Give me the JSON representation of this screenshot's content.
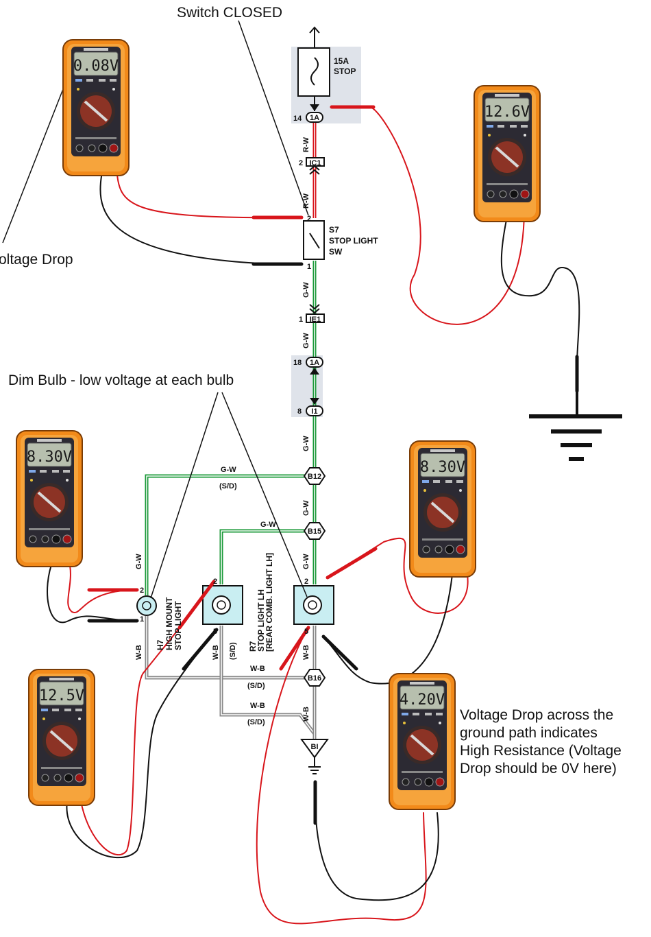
{
  "annotations": {
    "switch_closed": "Switch CLOSED",
    "voltage_drop_left": "oltage Drop",
    "dim_bulb": "Dim Bulb - low voltage at each bulb",
    "ground_drop_note": "Voltage Drop across the\nground path indicates\nHigh Resistance (Voltage\nDrop should be 0V here)"
  },
  "meters": {
    "switch_drop": "0.08V",
    "source": "12.6V",
    "high_mount": "8.30V",
    "rear_comb": "8.30V",
    "high_mount_supply": "12.5V",
    "ground_path": "4.20V"
  },
  "components": {
    "fuse_rating": "15A",
    "fuse_name": "STOP",
    "switch_code": "S7",
    "switch_name_1": "STOP LIGHT",
    "switch_name_2": "SW",
    "h7_code": "H7",
    "h7_name_1": "HIGH MOUNT",
    "h7_name_2": "STOP LIGHT",
    "r7_code": "R7",
    "r7_name_1": "STOP LIGHT LH",
    "r7_name_2": "[REAR COMB. LIGHT LH]"
  },
  "connectors": {
    "c_1a_top": "1A",
    "c_ic1": "IC1",
    "c_ie1": "IE1",
    "c_1a_mid": "1A",
    "c_i1": "I1",
    "j_b12": "B12",
    "j_b15": "B15",
    "j_b16": "B16",
    "g_bi": "BI"
  },
  "pins": {
    "p14": "14",
    "p2_ic1": "2",
    "p2_sw": "2",
    "p1_sw": "1",
    "p1_ie1": "1",
    "p18": "18",
    "p8": "8",
    "p2_h7": "2",
    "p1_h7": "1",
    "p2_r7": "2",
    "p5_r7": "5",
    "p2_r": "2",
    "p5_r": "5"
  },
  "wires": {
    "rw_1": "R-W",
    "rw_2": "R-W",
    "gw_1": "G-W",
    "gw_2": "G-W",
    "gw_3": "G-W",
    "gw_top_h": "G-W",
    "sd_1": "(S/D)",
    "gw_4": "G-W",
    "gw_mid_h": "G-W",
    "gw_left": "G-W",
    "gw_5": "G-W",
    "wb_left": "W-B",
    "wb_mid": "W-B",
    "sd_2": "(S/D)",
    "wb_h1": "W-B",
    "sd_3": "(S/D)",
    "wb_h2": "W-B",
    "sd_4": "(S/D)",
    "wb_right": "W-B",
    "wb_bottom": "W-B"
  },
  "colors": {
    "lead_red": "#d8151b",
    "wire_green": "#1c9a3a",
    "meter_orange": "#f28a1a",
    "lcd": "#b7bfae",
    "shade": "#dfe3ea",
    "bulb_fill": "#c9eef2"
  }
}
